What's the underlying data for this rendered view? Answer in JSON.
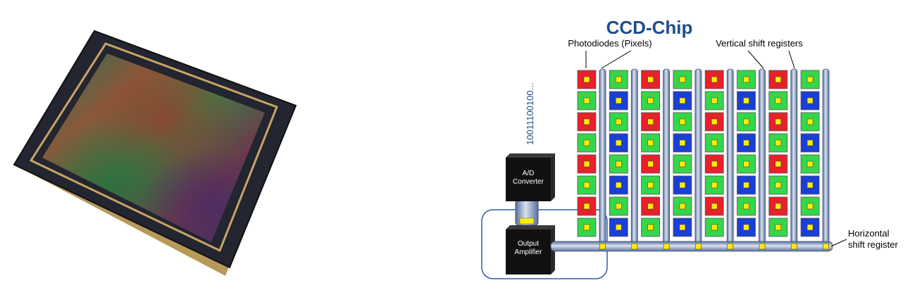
{
  "diagram": {
    "title": "CCD-Chip",
    "labels": {
      "photodiodes": "Photodiodes (Pixels)",
      "vertical": "Vertical shift registers",
      "horizontal_line1": "Horizontal",
      "horizontal_line2": "shift register",
      "adc_line1": "A/D",
      "adc_line2": "Converter",
      "amp_line1": "Output",
      "amp_line2": "Amplifier",
      "binary": "10011100100..."
    },
    "grid_rows": [
      "RGRGRGRG",
      "GBGBGBGB",
      "RGRGRGRG",
      "GBGBGBGB",
      "RGRGRGRG",
      "GBGBGBGB",
      "RGRGRGRG",
      "GBGBGBGB"
    ],
    "colors": {
      "title": "#1f4e8c",
      "red": "#e8202a",
      "green": "#35d64a",
      "blue": "#1a3fd6",
      "pixel_dot": "#ffee00",
      "pipe": "#7f93b8",
      "box": "#111111",
      "wire": "#2a5da8"
    }
  }
}
